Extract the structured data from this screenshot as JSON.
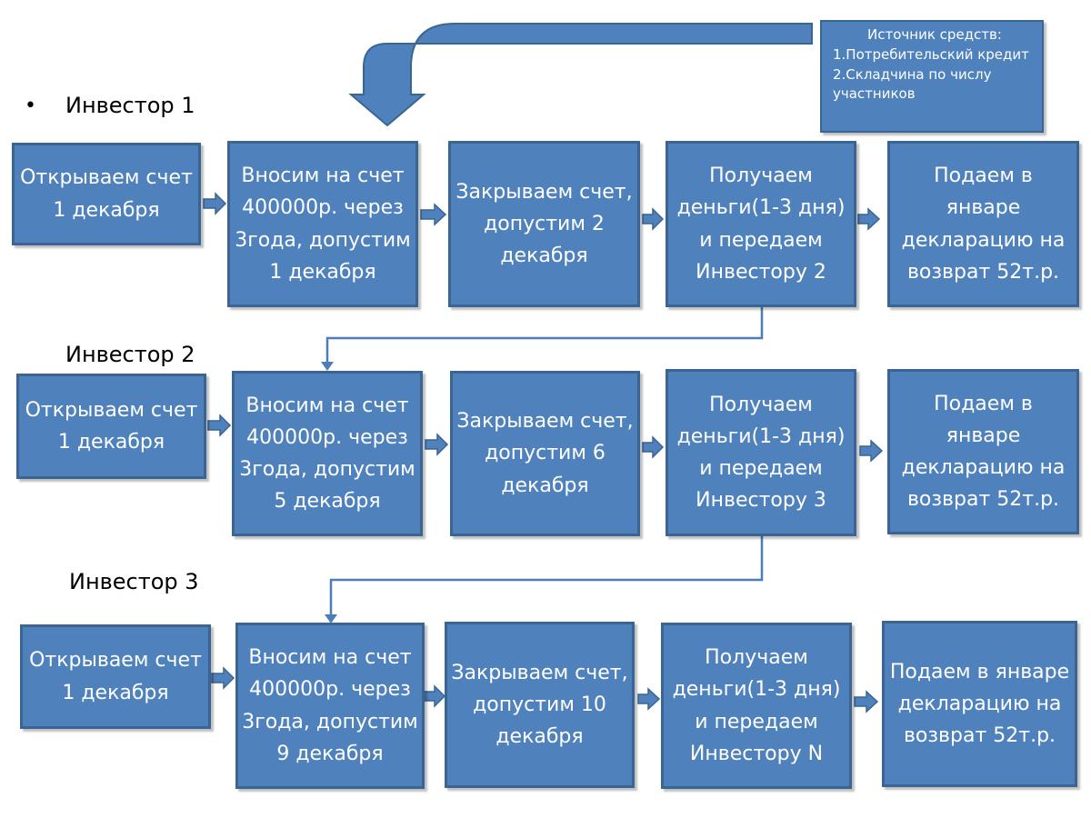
{
  "source_box": {
    "title": "Источник средств:",
    "items": [
      "1.Потребительский кредит",
      "2.Складчина по числу участников"
    ]
  },
  "rows": [
    {
      "label": "Инвестор 1",
      "bullet": "•",
      "steps": [
        "Открываем счет 1 декабря",
        "Вносим на счет 400000р. через 3года, допустим 1 декабря",
        "Закрываем счет, допустим 2 декабря",
        "Получаем деньги(1-3 дня) и передаем Инвестору 2",
        "Подаем в январе декларацию на возврат 52т.р."
      ]
    },
    {
      "label": "Инвестор 2",
      "steps": [
        "Открываем счет 1 декабря",
        "Вносим на счет 400000р. через 3года, допустим 5 декабря",
        "Закрываем счет, допустим 6 декабря",
        "Получаем деньги(1-3 дня) и передаем Инвестору 3",
        "Подаем в январе декларацию на возврат 52т.р."
      ]
    },
    {
      "label": "Инвестор 3",
      "steps": [
        "Открываем счет 1 декабря",
        "Вносим на счет 400000р. через 3года, допустим 9 декабря",
        "Закрываем счет, допустим 10 декабря",
        "Получаем деньги(1-3 дня) и передаем Инвестору N",
        "Подаем в январе декларацию на возврат 52т.р."
      ]
    }
  ],
  "colors": {
    "box_fill": "#4f81bd",
    "box_border": "#3a6593",
    "connector": "#4a7ebb",
    "text_on_box": "#ffffff"
  }
}
